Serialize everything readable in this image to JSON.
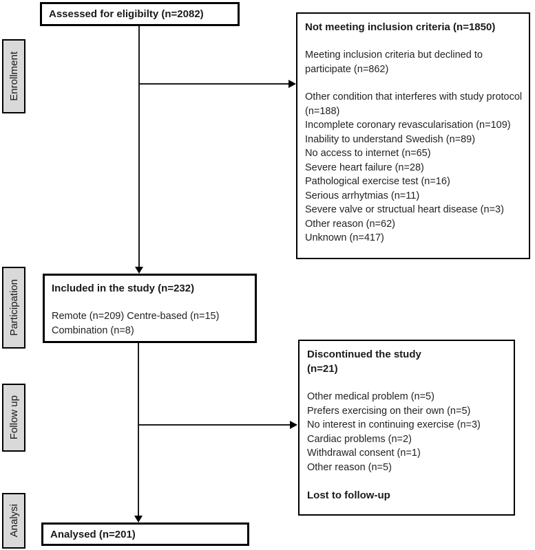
{
  "diagram": {
    "stages": [
      {
        "label": "Enrollment"
      },
      {
        "label": "Participation"
      },
      {
        "label": "Follow up"
      },
      {
        "label": "Analysi"
      }
    ],
    "assessed": {
      "title": "Assessed for eligibilty (n=2082)"
    },
    "not_meeting": {
      "title": "Not meeting inclusion criteria (n=1850)",
      "declined": "Meeting inclusion criteria but declined to participate (n=862)",
      "reasons": [
        "Other condition that interferes with study protocol (n=188)",
        "Incomplete coronary revascularisation (n=109)",
        "Inability to understand Swedish (n=89)",
        "No access to internet (n=65)",
        "Severe heart failure (n=28)",
        "Pathological exercise test (n=16)",
        "Serious arrhytmias (n=11)",
        "Severe valve or structual heart disease (n=3)",
        "Other reason (n=62)",
        "Unknown (n=417)"
      ]
    },
    "included": {
      "title": "Included in the study (n=232)",
      "body": "Remote (n=209) Centre-based (n=15) Combination (n=8)"
    },
    "discontinued": {
      "title": "Discontinued the study\n(n=21)",
      "reasons": [
        "Other medical problem (n=5)",
        "Prefers exercising on their own (n=5)",
        "No interest in continuing exercise (n=3)",
        "Cardiac problems (n=2)",
        "Withdrawal consent (n=1)",
        "Other reason (n=5)"
      ],
      "footer": "Lost to follow-up"
    },
    "analysed": {
      "title": "Analysed (n=201)"
    }
  },
  "colors": {
    "stage_fill": "#d9d9d9",
    "border": "#000000",
    "background": "#ffffff",
    "line": "#1a1a1a"
  }
}
